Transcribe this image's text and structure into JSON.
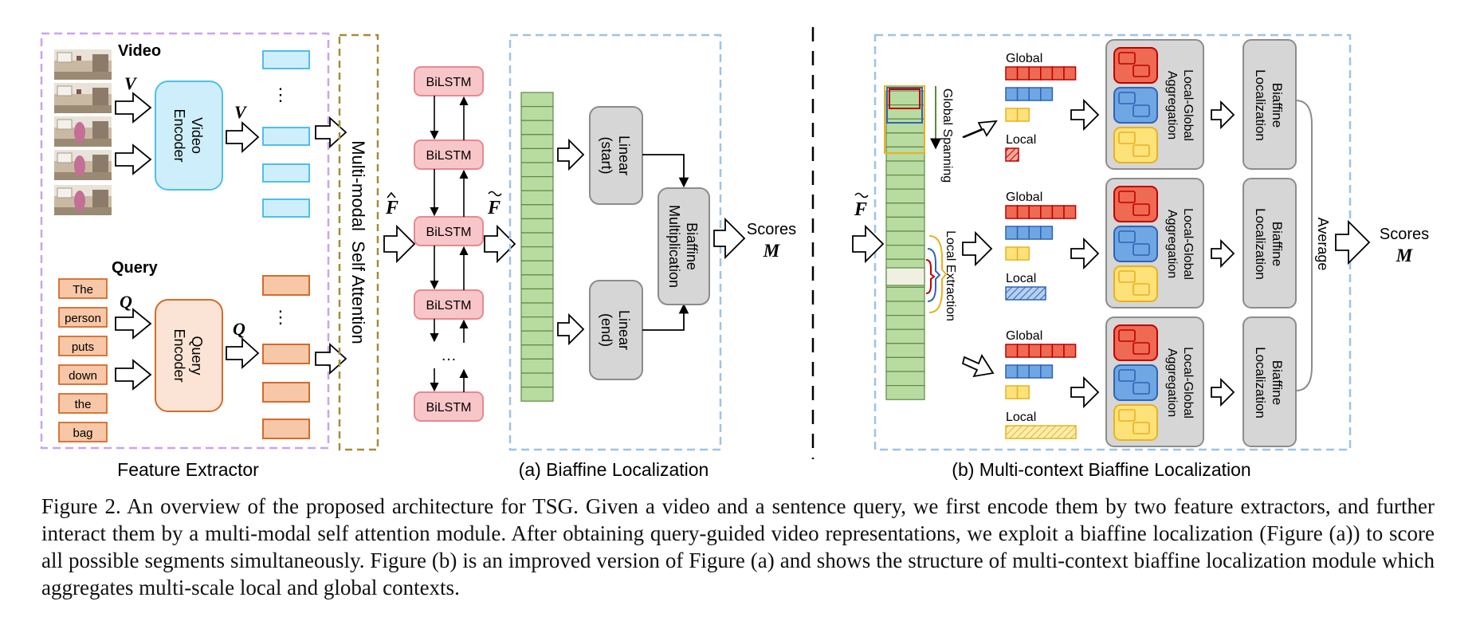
{
  "feature_extractor": {
    "video_title": "Video",
    "video_symbol": "V",
    "video_out_symbol": "V",
    "video_encoder_line1": "Video",
    "video_encoder_line2": "Encoder",
    "query_title": "Query",
    "query_symbol": "Q",
    "query_out_symbol": "Q",
    "query_encoder_line1": "Query",
    "query_encoder_line2": "Encoder",
    "query_words": [
      "The",
      "person",
      "puts",
      "down",
      "the",
      "bag"
    ],
    "dots": "⋮",
    "label": "Feature Extractor"
  },
  "self_attention": {
    "label": "Multi-modal  Self Attention"
  },
  "bilstm": {
    "cell_label": "BiLSTM",
    "ellipsis": "…"
  },
  "symbols": {
    "f_hat": "F",
    "f_tilde": "F"
  },
  "biaffine": {
    "linear_start_line1": "Linear",
    "linear_start_line2": "(start)",
    "linear_end_line1": "Linear",
    "linear_end_line2": "(end)",
    "mult_line1": "Biaffine",
    "mult_line2": "Multiplication",
    "scores_label": "Scores",
    "scores_symbol": "M",
    "label": "(a) Biaffine Localization"
  },
  "multi_context": {
    "global_label": "Global",
    "local_label": "Local",
    "global_spanning": "Global Spanning",
    "local_extraction": "Local Extraction",
    "aggregation_line1": "Local-Global",
    "aggregation_line2": "Aggregation",
    "localization_line1": "Biaffine",
    "localization_line2": "Localization",
    "average": "Average",
    "scores_label": "Scores",
    "scores_symbol": "M",
    "label": "(b) Multi-context Biaffine Localization"
  },
  "colors": {
    "purple_dashed": "#c9a4ee",
    "olive_dashed": "#a88a3a",
    "blue_dashed": "#9ec3e6",
    "cyan_fill": "#cfeefb",
    "cyan_stroke": "#4dbfea",
    "orange_fill": "#f7c7a7",
    "orange_stroke": "#d36c2a",
    "pink_fill": "#f8c6c8",
    "pink_stroke": "#e58a90",
    "green_fill": "#b8dba2",
    "green_stroke": "#5e8a41",
    "gray_fill": "#d6d6d6",
    "gray_stroke": "#8c8c8c",
    "red_fill": "#ee6a52",
    "red_stroke": "#c00000",
    "blue_fill": "#6fa6e4",
    "blue_stroke": "#2e64b4",
    "yellow_fill": "#fde27a",
    "yellow_stroke": "#e8b21e"
  },
  "caption": "Figure 2. An overview of the proposed architecture for TSG. Given a video and a sentence query, we first encode them by two feature extractors, and further interact them by a multi-modal self attention module.  After obtaining query-guided video representations, we exploit a biaffine localization (Figure (a)) to score all possible segments simultaneously. Figure (b) is an improved version of Figure (a) and shows the structure of multi-context biaffine localization module which aggregates multi-scale local and global contexts."
}
